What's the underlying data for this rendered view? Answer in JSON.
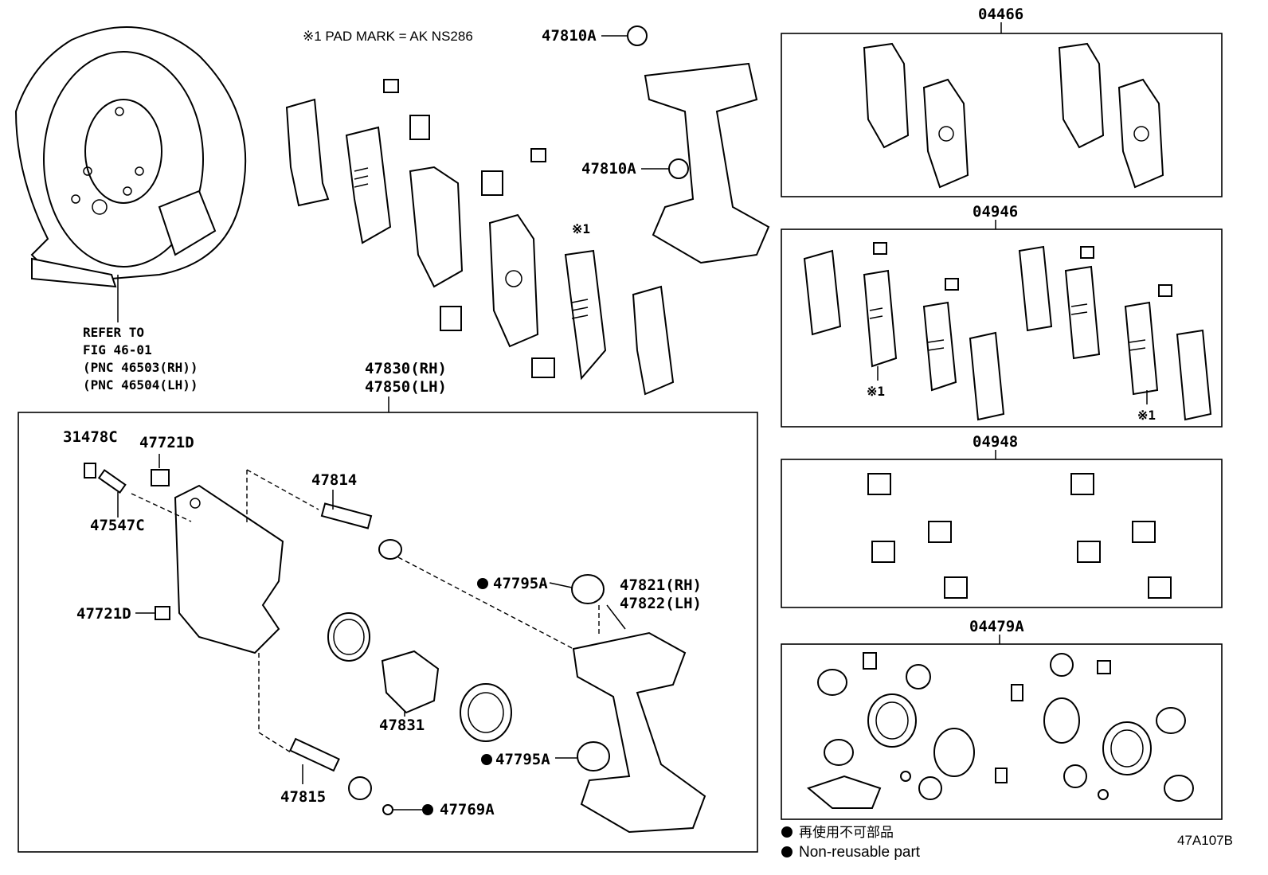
{
  "pad_mark_note": "※1 PAD MARK = AK NS286",
  "refer": {
    "line1": "REFER TO",
    "line2": "FIG 46-01",
    "line3": "(PNC 46503(RH))",
    "line4": "(PNC 46504(LH))"
  },
  "callouts": {
    "p47810A_top": "47810A",
    "p47810A_mid": "47810A",
    "mark1_top": "※1",
    "caliper_rh": "47830(RH)",
    "caliper_lh": "47850(LH)",
    "p31478C": "31478C",
    "p47721D_top": "47721D",
    "p47547C": "47547C",
    "p47814": "47814",
    "p47721D_left": "47721D",
    "p47795A_top": "47795A",
    "mount_rh": "47821(RH)",
    "mount_lh": "47822(LH)",
    "p47831": "47831",
    "p47795A_bottom": "47795A",
    "p47815": "47815",
    "p47769A": "47769A"
  },
  "kits": {
    "k04466": "04466",
    "k04946": "04946",
    "k04946_mark_left": "※1",
    "k04946_mark_right": "※1",
    "k04948": "04948",
    "k04479A": "04479A"
  },
  "legend": {
    "japanese": "再使用不可部品",
    "english": "Non-reusable part"
  },
  "figure_code": "47A107B"
}
